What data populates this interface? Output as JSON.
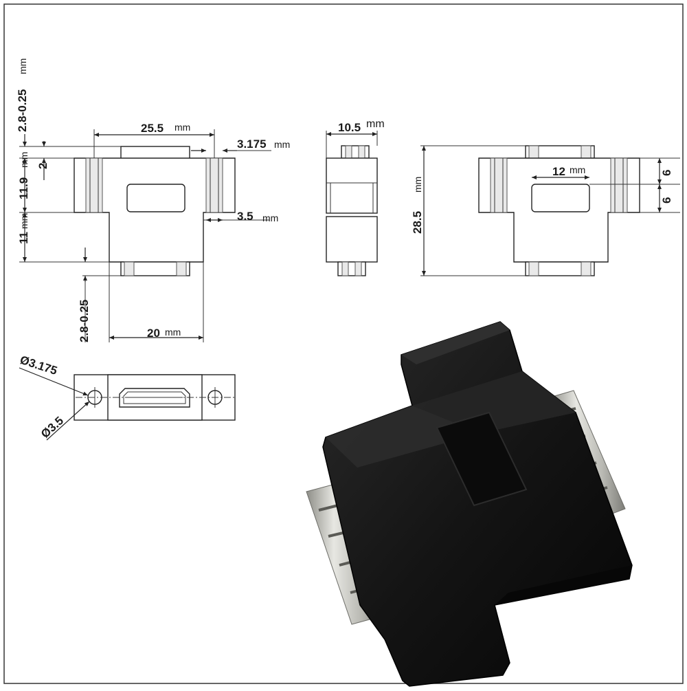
{
  "drawing": {
    "front_view": {
      "top_height": "2.8-0.25",
      "top_height_unit": "mm",
      "width": "25.5",
      "width_unit": "mm",
      "hole_size": "3.175",
      "hole_size_unit": "mm",
      "step": "2",
      "flange_height": "11.9",
      "flange_height_unit": "mm",
      "offset": "3.5",
      "offset_unit": "mm",
      "lower_height": "11",
      "lower_height_unit": "mm",
      "bottom_height": "2.8-0.25",
      "lower_width": "20",
      "lower_width_unit": "mm"
    },
    "side_view": {
      "depth": "10.5",
      "depth_unit": "mm"
    },
    "rear_view": {
      "height": "28.5",
      "height_unit": "mm",
      "port_width": "12",
      "port_width_unit": "mm",
      "port_offset_top": "6",
      "port_offset_bottom": "6"
    },
    "top_view": {
      "hole_diameter_a": "Ø3.175",
      "hole_diameter_b": "Ø3.5"
    }
  },
  "colors": {
    "line": "#222222",
    "product_body": "#141414",
    "metal_pins": "#c9c9c4"
  },
  "photo": {
    "icon": "hdmi-adapter-photo"
  }
}
